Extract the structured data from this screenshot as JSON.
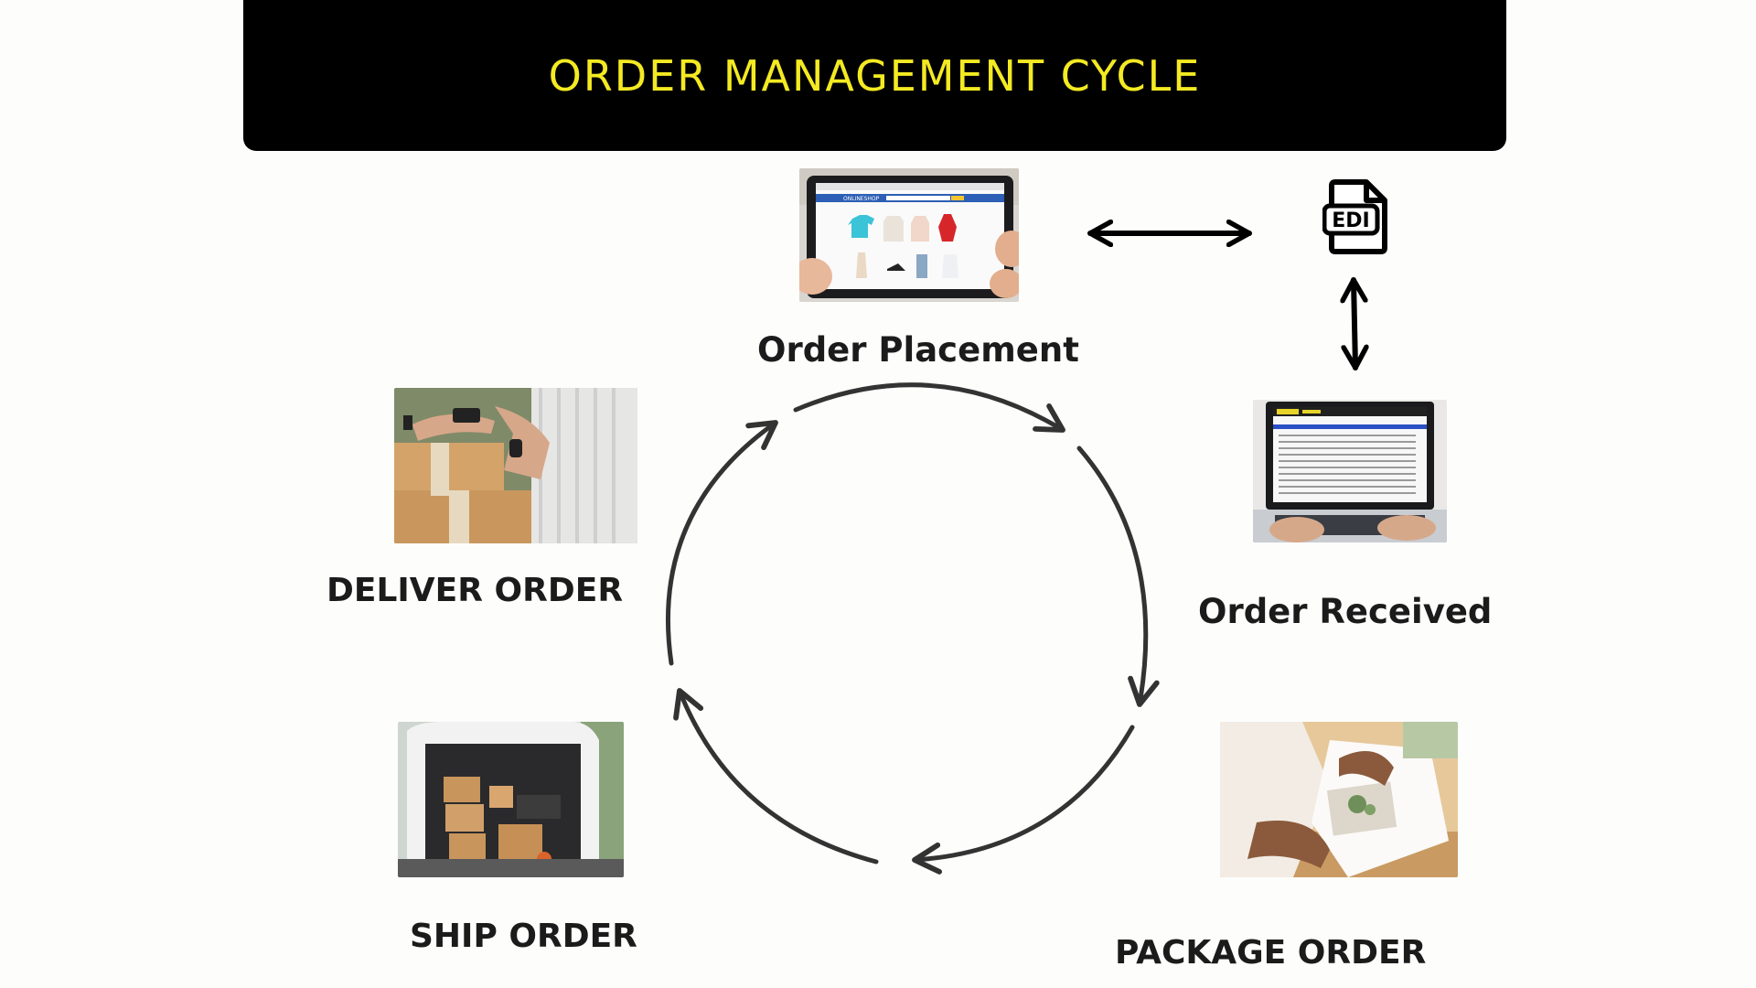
{
  "title": "ORDER MANAGEMENT CYCLE",
  "colors": {
    "title_bg": "#000000",
    "title_text": "#f4ea22",
    "arrows": "#333333",
    "label": "#1b1b1b"
  },
  "edi": {
    "icon": "edi-file-icon",
    "text": "EDI"
  },
  "stages": {
    "order_placement": {
      "label": "Order Placement",
      "icon": "online-shop-tablet-image",
      "screen_text": "ONLINESHOP"
    },
    "order_received": {
      "label": "Order Received",
      "icon": "laptop-order-list-image"
    },
    "package_order": {
      "label": "PACKAGE ORDER",
      "icon": "packaging-box-image"
    },
    "ship_order": {
      "label": "SHIP ORDER",
      "icon": "delivery-van-image"
    },
    "deliver_order": {
      "label": "DELIVER ORDER",
      "icon": "parcel-handover-image"
    }
  }
}
